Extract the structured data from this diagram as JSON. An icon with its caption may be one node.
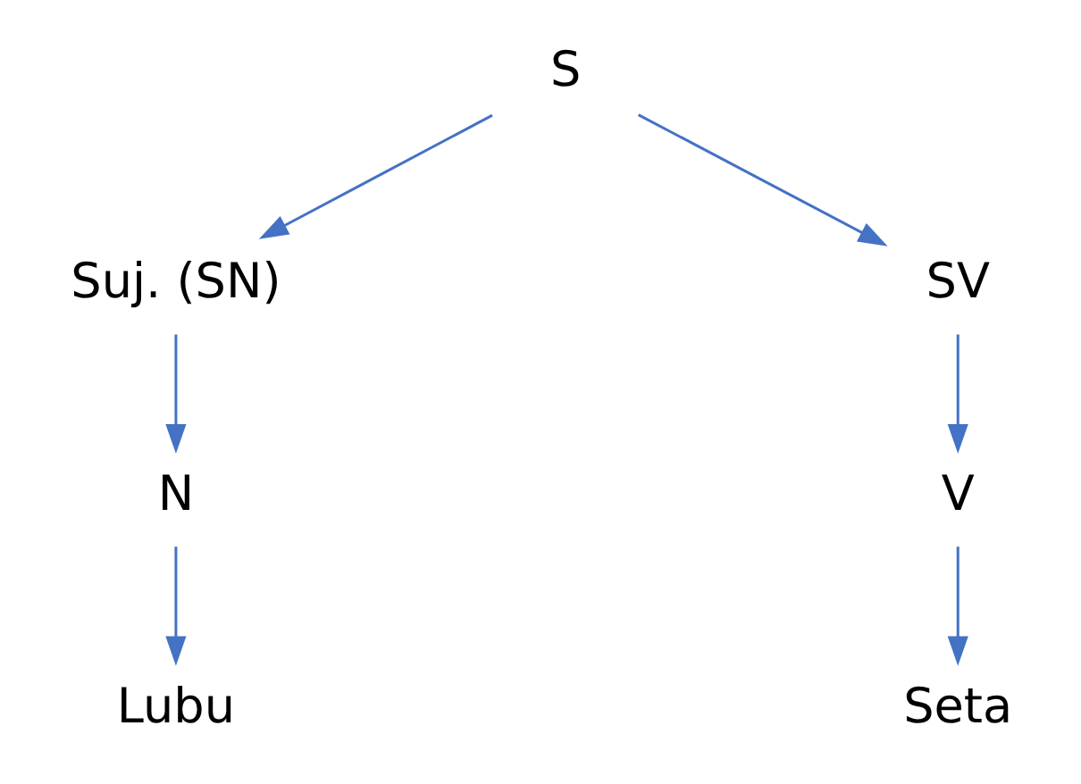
{
  "diagram": {
    "nodes": [
      {
        "text": [
          "S"
        ]
      },
      {
        "text": [
          "Suj. (SN)"
        ]
      },
      {
        "text": [
          "SV"
        ]
      },
      {
        "text": [
          "N"
        ]
      },
      {
        "text": [
          "V"
        ]
      },
      {
        "text": [
          "Lubu"
        ]
      },
      {
        "text": [
          "Seta"
        ]
      }
    ],
    "edges": [
      {
        "from": 0,
        "to": 1,
        "arrow": "to"
      },
      {
        "from": 0,
        "to": 2,
        "arrow": "to"
      },
      {
        "from": 1,
        "to": 3,
        "arrow": "to"
      },
      {
        "from": 2,
        "to": 4,
        "arrow": "to"
      },
      {
        "from": 3,
        "to": 5,
        "arrow": "to"
      },
      {
        "from": 4,
        "to": 6,
        "arrow": "to"
      }
    ]
  }
}
